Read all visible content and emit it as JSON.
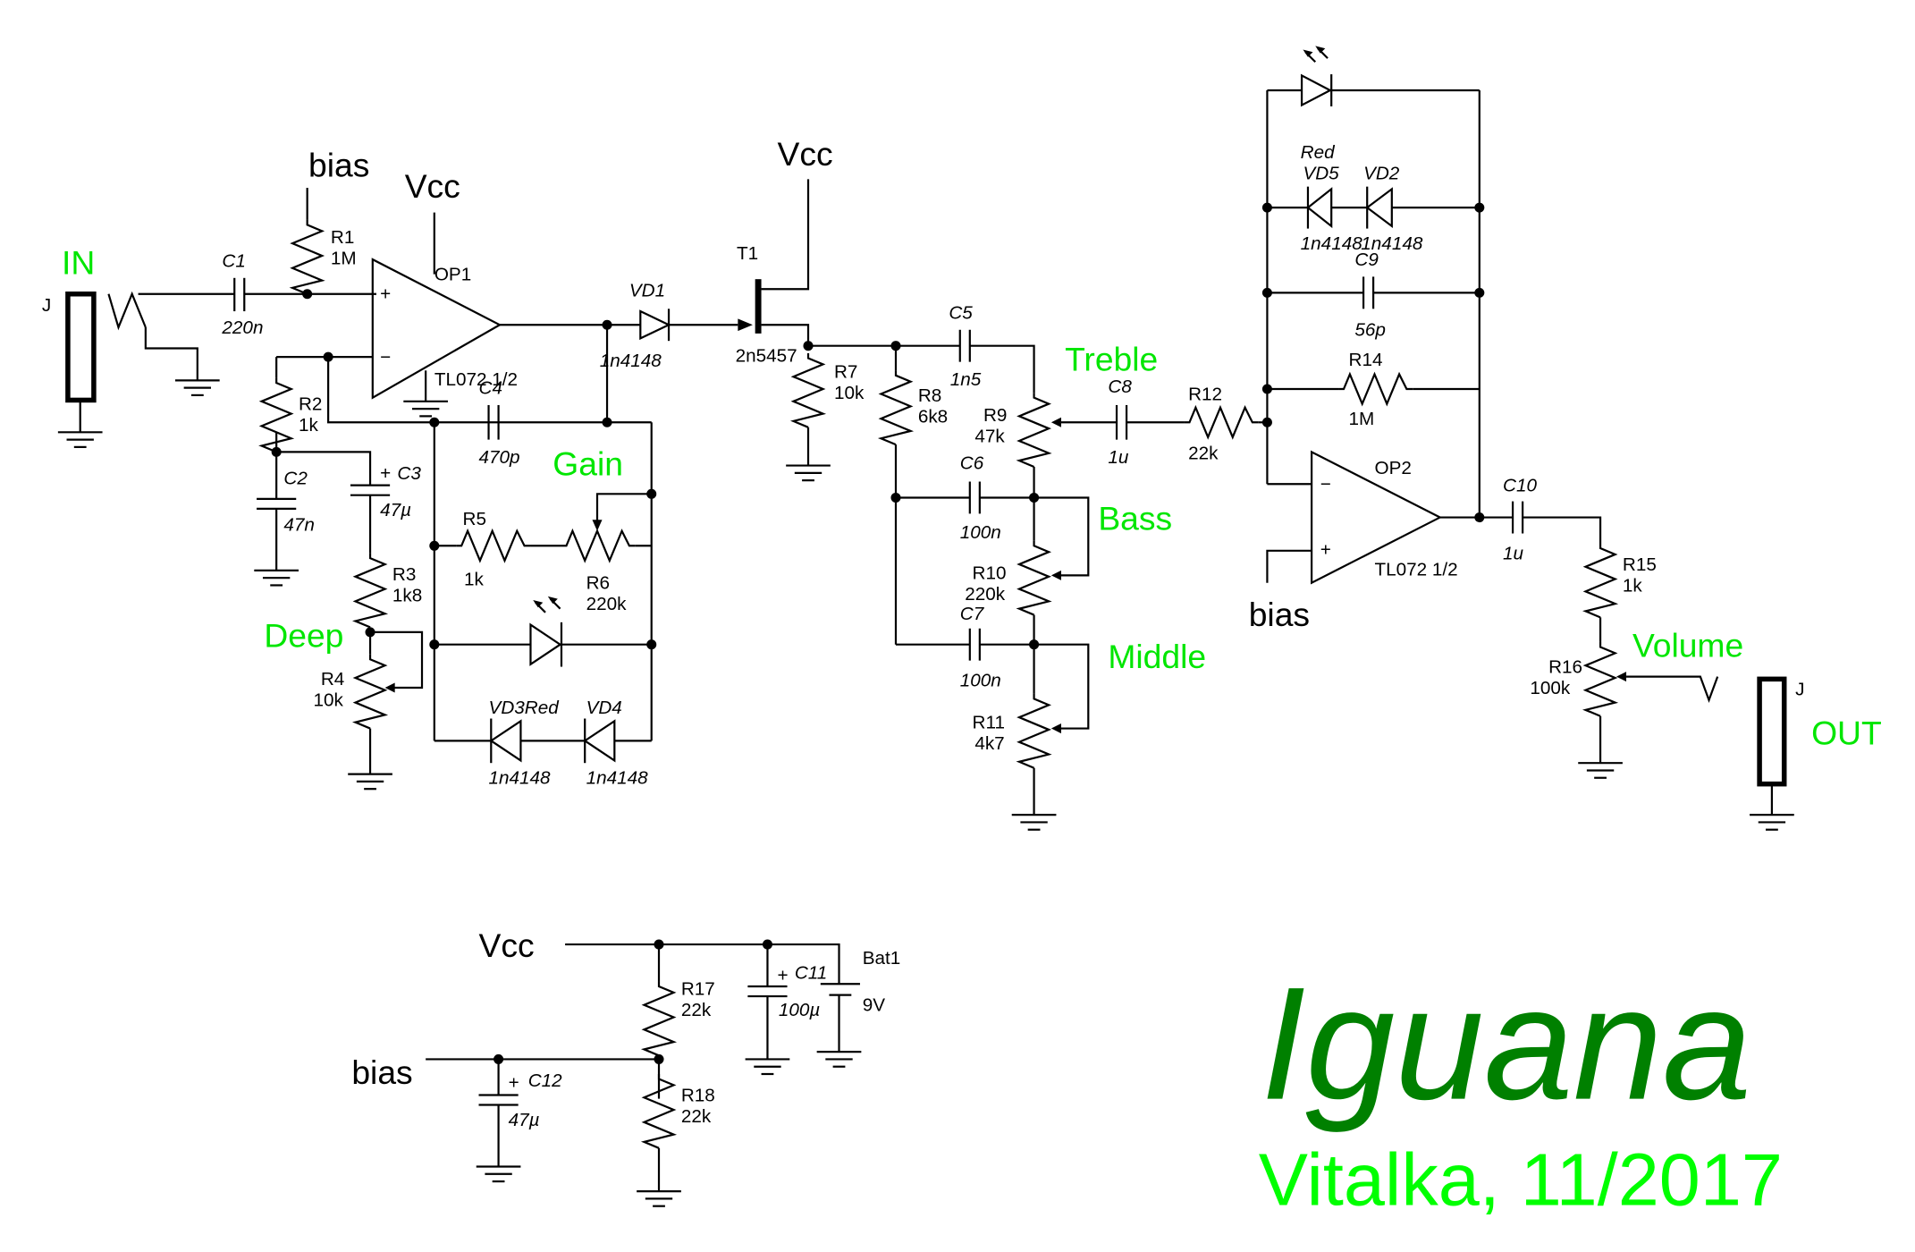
{
  "title": "Iguana",
  "subtitle": "Vitalka, 11/2017",
  "colors": {
    "title": "#008000",
    "subtitle": "#00ff00",
    "control_labels": "#00e600",
    "wire": "#000000"
  },
  "nets": {
    "vcc": "Vcc",
    "bias": "bias"
  },
  "controls": {
    "in": "IN",
    "out": "OUT",
    "gain": "Gain",
    "deep": "Deep",
    "treble": "Treble",
    "bass": "Bass",
    "middle": "Middle",
    "volume": "Volume"
  },
  "jacks": {
    "in_ref": "J",
    "out_ref": "J"
  },
  "opamps": {
    "op1": {
      "ref": "OP1",
      "part": "TL072 1/2"
    },
    "op2": {
      "ref": "OP2",
      "part": "TL072 1/2"
    }
  },
  "transistor": {
    "ref": "T1",
    "part": "2n5457"
  },
  "battery": {
    "ref": "Bat1",
    "value": "9V"
  },
  "resistors": {
    "R1": {
      "ref": "R1",
      "value": "1M"
    },
    "R2": {
      "ref": "R2",
      "value": "1k"
    },
    "R3": {
      "ref": "R3",
      "value": "1k8"
    },
    "R4": {
      "ref": "R4",
      "value": "10k"
    },
    "R5": {
      "ref": "R5",
      "value": "1k"
    },
    "R6": {
      "ref": "R6",
      "value": "220k"
    },
    "R7": {
      "ref": "R7",
      "value": "10k"
    },
    "R8": {
      "ref": "R8",
      "value": "6k8"
    },
    "R9": {
      "ref": "R9",
      "value": "47k"
    },
    "R10": {
      "ref": "R10",
      "value": "220k"
    },
    "R11": {
      "ref": "R11",
      "value": "4k7"
    },
    "R12": {
      "ref": "R12",
      "value": "22k"
    },
    "R14": {
      "ref": "R14",
      "value": "1M"
    },
    "R15": {
      "ref": "R15",
      "value": "1k"
    },
    "R16": {
      "ref": "R16",
      "value": "100k"
    },
    "R17": {
      "ref": "R17",
      "value": "22k"
    },
    "R18": {
      "ref": "R18",
      "value": "22k"
    }
  },
  "capacitors": {
    "C1": {
      "ref": "C1",
      "value": "220n"
    },
    "C2": {
      "ref": "C2",
      "value": "47n"
    },
    "C3": {
      "ref": "C3",
      "value": "47µ"
    },
    "C4": {
      "ref": "C4",
      "value": "470p"
    },
    "C5": {
      "ref": "C5",
      "value": "1n5"
    },
    "C6": {
      "ref": "C6",
      "value": "100n"
    },
    "C7": {
      "ref": "C7",
      "value": "100n"
    },
    "C8": {
      "ref": "C8",
      "value": "1u"
    },
    "C9": {
      "ref": "C9",
      "value": "56p"
    },
    "C10": {
      "ref": "C10",
      "value": "1u"
    },
    "C11": {
      "ref": "C11",
      "value": "100µ"
    },
    "C12": {
      "ref": "C12",
      "value": "47µ"
    }
  },
  "diodes": {
    "VD1": {
      "ref": "VD1",
      "value": "1n4148"
    },
    "VD2": {
      "ref": "VD2",
      "value": "1n4148"
    },
    "VD3": {
      "ref": "VD3Red",
      "value": "1n4148"
    },
    "VD4": {
      "ref": "VD4",
      "value": "1n4148"
    },
    "VD5": {
      "ref": "VD5",
      "value": "1n4148",
      "note": "Red"
    }
  },
  "polarity": {
    "plus": "+",
    "minus": "−"
  }
}
